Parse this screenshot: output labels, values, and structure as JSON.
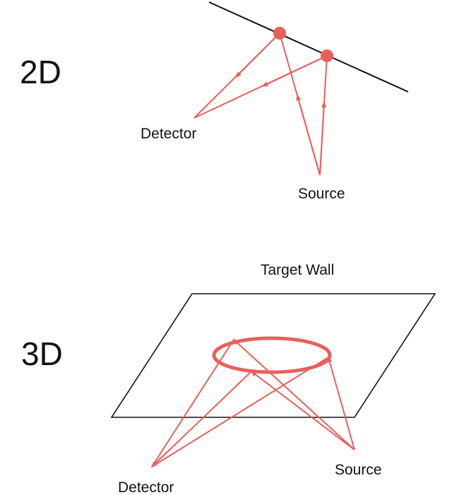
{
  "colors": {
    "ray": "#e8605b",
    "line": "#111111",
    "text": "#111111"
  },
  "panel_2d": {
    "title": "2D",
    "detector_label": "Detector",
    "source_label": "Source"
  },
  "panel_3d": {
    "title": "3D",
    "wall_label": "Target Wall",
    "detector_label": "Detector",
    "source_label": "Source"
  }
}
